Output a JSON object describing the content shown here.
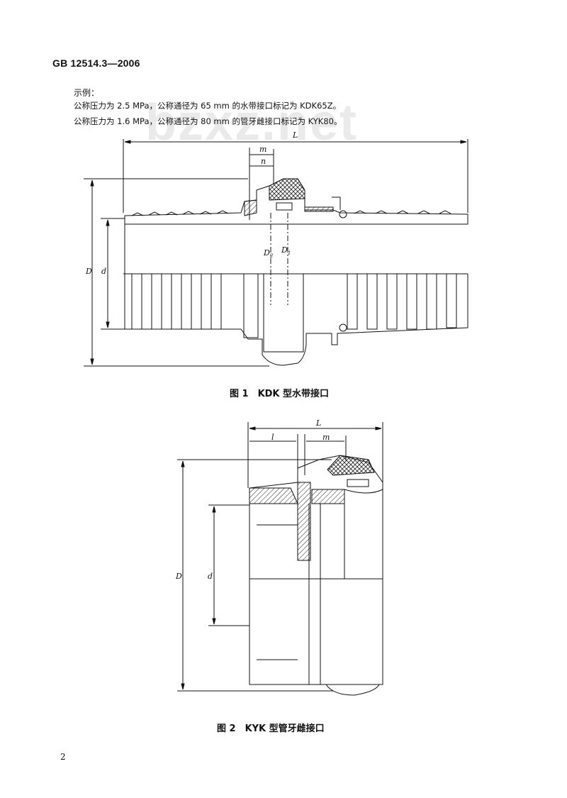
{
  "header": {
    "standard_code": "GB 12514.3—2006"
  },
  "examples": {
    "heading": "示例：",
    "lines": [
      "公称压力为 2.5 MPa，公称通径为 65 mm 的水带接口标记为 KDK65Z。",
      "公称压力为 1.6 MPa，公称通径为 80 mm 的管牙雌接口标记为 KYK80。"
    ]
  },
  "watermark": "bzxz.net",
  "figure1": {
    "caption": "图 1　KDK 型水带接口",
    "labels": {
      "L": "L",
      "m": "m",
      "n": "n",
      "D": "D",
      "d": "d",
      "D2": "D",
      "D2_sub": "2",
      "D1": "D",
      "D1_sub": "1"
    }
  },
  "figure2": {
    "caption": "图 2　KYK 型管牙雌接口",
    "labels": {
      "L": "L",
      "l": "l",
      "m": "m",
      "D": "D",
      "d": "d"
    }
  },
  "footer": {
    "page_number": "2"
  }
}
